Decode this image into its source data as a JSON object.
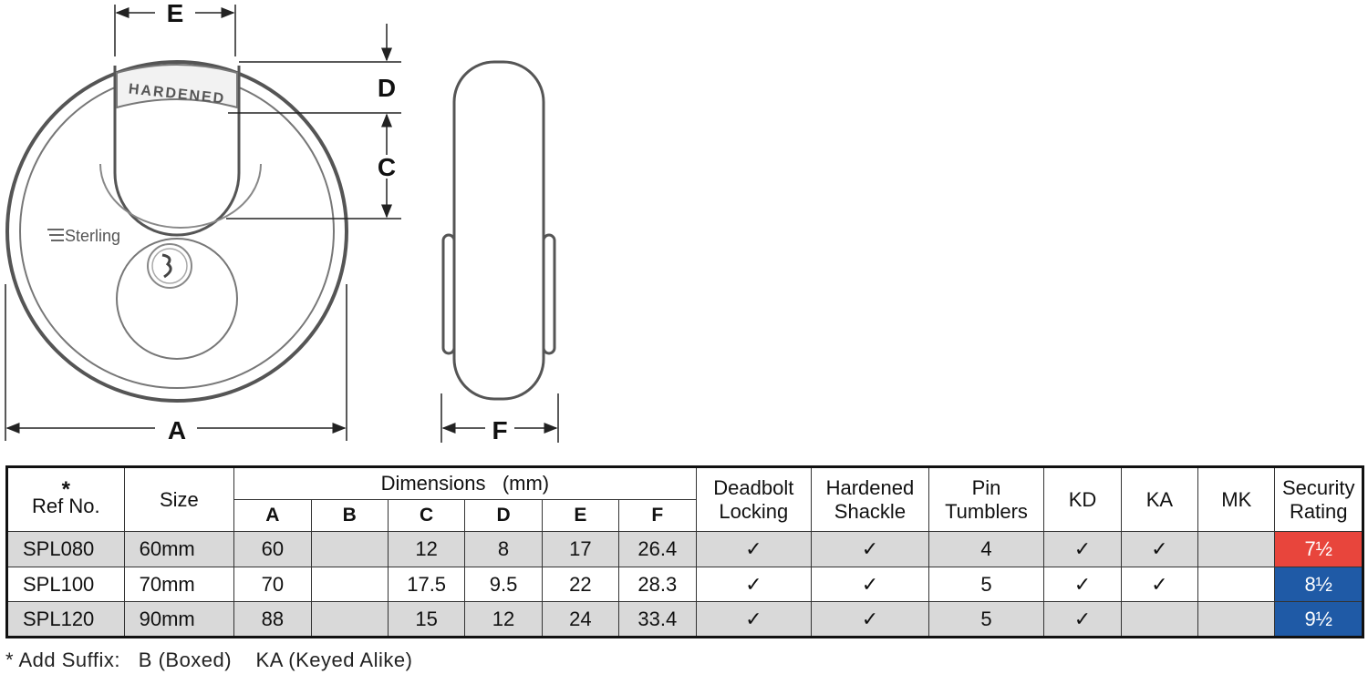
{
  "diagram": {
    "dimension_labels": {
      "A": "A",
      "C": "C",
      "D": "D",
      "E": "E",
      "F": "F"
    },
    "shackle_text": "HARDENED",
    "brand_text": "Sterling"
  },
  "table": {
    "ref_header_star": "*",
    "ref_header": "Ref No.",
    "size_header": "Size",
    "dimensions_header": "Dimensions   (mm)",
    "dimension_columns": [
      "A",
      "B",
      "C",
      "D",
      "E",
      "F"
    ],
    "deadbolt_header_1": "Deadbolt",
    "deadbolt_header_2": "Locking",
    "hardened_header_1": "Hardened",
    "hardened_header_2": "Shackle",
    "pin_header_1": "Pin",
    "pin_header_2": "Tumblers",
    "kd_header": "KD",
    "ka_header": "KA",
    "mk_header": "MK",
    "security_header_1": "Security",
    "security_header_2": "Rating",
    "check_mark": "✓",
    "rows": [
      {
        "ref": "SPL080",
        "size": "60mm",
        "A": "60",
        "B": "",
        "C": "12",
        "D": "8",
        "E": "17",
        "F": "26.4",
        "deadbolt": "✓",
        "hardened": "✓",
        "pins": "4",
        "kd": "✓",
        "ka": "✓",
        "mk": "",
        "rating": "7½",
        "rating_color": "#e8453c"
      },
      {
        "ref": "SPL100",
        "size": "70mm",
        "A": "70",
        "B": "",
        "C": "17.5",
        "D": "9.5",
        "E": "22",
        "F": "28.3",
        "deadbolt": "✓",
        "hardened": "✓",
        "pins": "5",
        "kd": "✓",
        "ka": "✓",
        "mk": "",
        "rating": "8½",
        "rating_color": "#1f5aa6"
      },
      {
        "ref": "SPL120",
        "size": "90mm",
        "A": "88",
        "B": "",
        "C": "15",
        "D": "12",
        "E": "24",
        "F": "33.4",
        "deadbolt": "✓",
        "hardened": "✓",
        "pins": "5",
        "kd": "✓",
        "ka": "",
        "mk": "",
        "rating": "9½",
        "rating_color": "#1f5aa6"
      }
    ]
  },
  "footnote": "* Add Suffix:   B (Boxed)    KA (Keyed Alike)"
}
